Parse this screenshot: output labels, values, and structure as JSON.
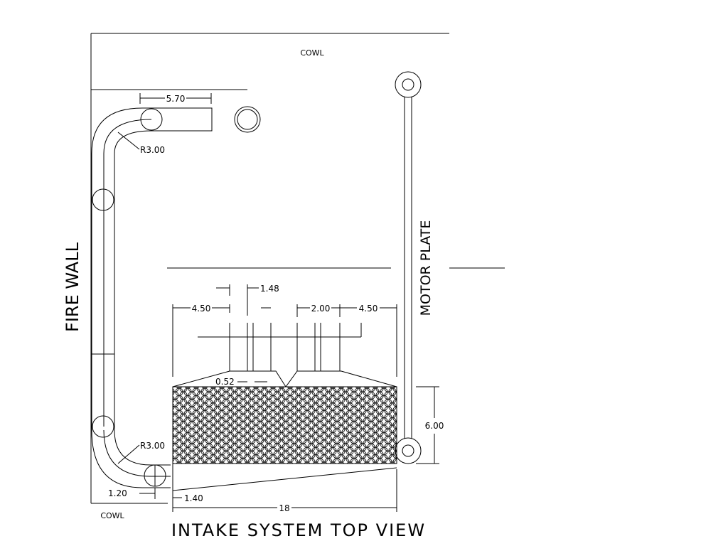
{
  "title": "INTAKE SYSTEM TOP VIEW",
  "labels": {
    "cowl_top": "COWL",
    "cowl_bottom": "COWL",
    "fire_wall": "FIRE  WALL",
    "motor_plate": "MOTOR  PLATE"
  },
  "dimensions": {
    "pipe_top_length": "5.70",
    "radius_top": "R3.00",
    "radius_bottom": "R3.00",
    "runner_offset": "1.48",
    "left_width": "4.50",
    "right_width": "4.50",
    "center_gap": "2.00",
    "throat": "0.52",
    "box_height": "6.00",
    "box_length": "18",
    "bottom_offset": "1.20",
    "bottom_gap": "1.40"
  }
}
